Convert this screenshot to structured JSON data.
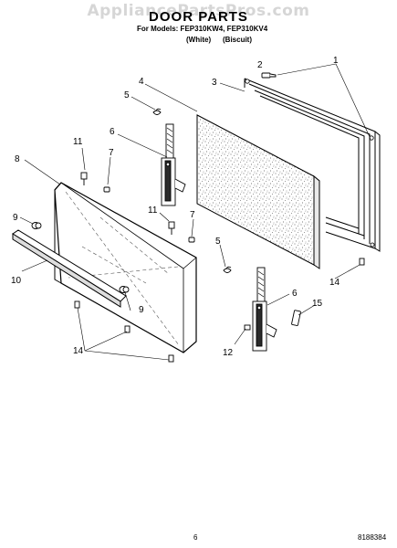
{
  "watermark": "AppliancePartsPros.com",
  "header": {
    "title": "DOOR PARTS",
    "models": "For Models: FEP310KW4, FEP310KV4",
    "variant_white": "(White)",
    "variant_biscuit": "(Biscuit)"
  },
  "callouts": {
    "n1": "1",
    "n2": "2",
    "n3": "3",
    "n4": "4",
    "n5a": "5",
    "n5b": "5",
    "n6a": "6",
    "n6b": "6",
    "n7a": "7",
    "n7b": "7",
    "n8": "8",
    "n9a": "9",
    "n9b": "9",
    "n10": "10",
    "n11a": "11",
    "n11b": "11",
    "n12": "12",
    "n14a": "14",
    "n14b": "14",
    "n15": "15"
  },
  "footer": {
    "page_number": "6",
    "document_number": "8188384"
  }
}
